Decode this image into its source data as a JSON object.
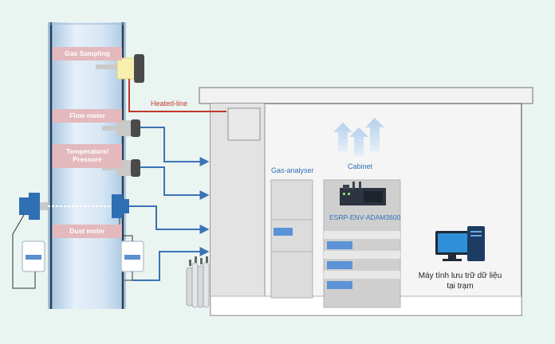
{
  "labels": {
    "gas_sampling": "Gas Sampling",
    "flow_meter": "Flow meter",
    "temp_line1": "Temperature/",
    "temp_line2": "Pressure",
    "dust_meter": "Dust meter",
    "heated_line": "Heated-line",
    "gas_analyser": "Gas-analyser",
    "cabinet": "Cabinet",
    "adam": "ESRP-ENV-ADAM3600",
    "pc_line1": "Máy tính lưu trữ dữ liệu",
    "pc_line2": "tại trạm"
  },
  "colors": {
    "background": "#eaf4f1",
    "label_pink": "#e3b9bd",
    "signal_line": "#3b72b8",
    "heated_line": "#c0392b",
    "stack": "#c7dcef",
    "airflow_arrows": "#c9ddf0"
  },
  "icons": [
    "gas-probe-icon",
    "sensor-icon",
    "dust-sensor-icon",
    "gas-cylinder-icon",
    "computer-icon",
    "airflow-arrow-icon"
  ]
}
